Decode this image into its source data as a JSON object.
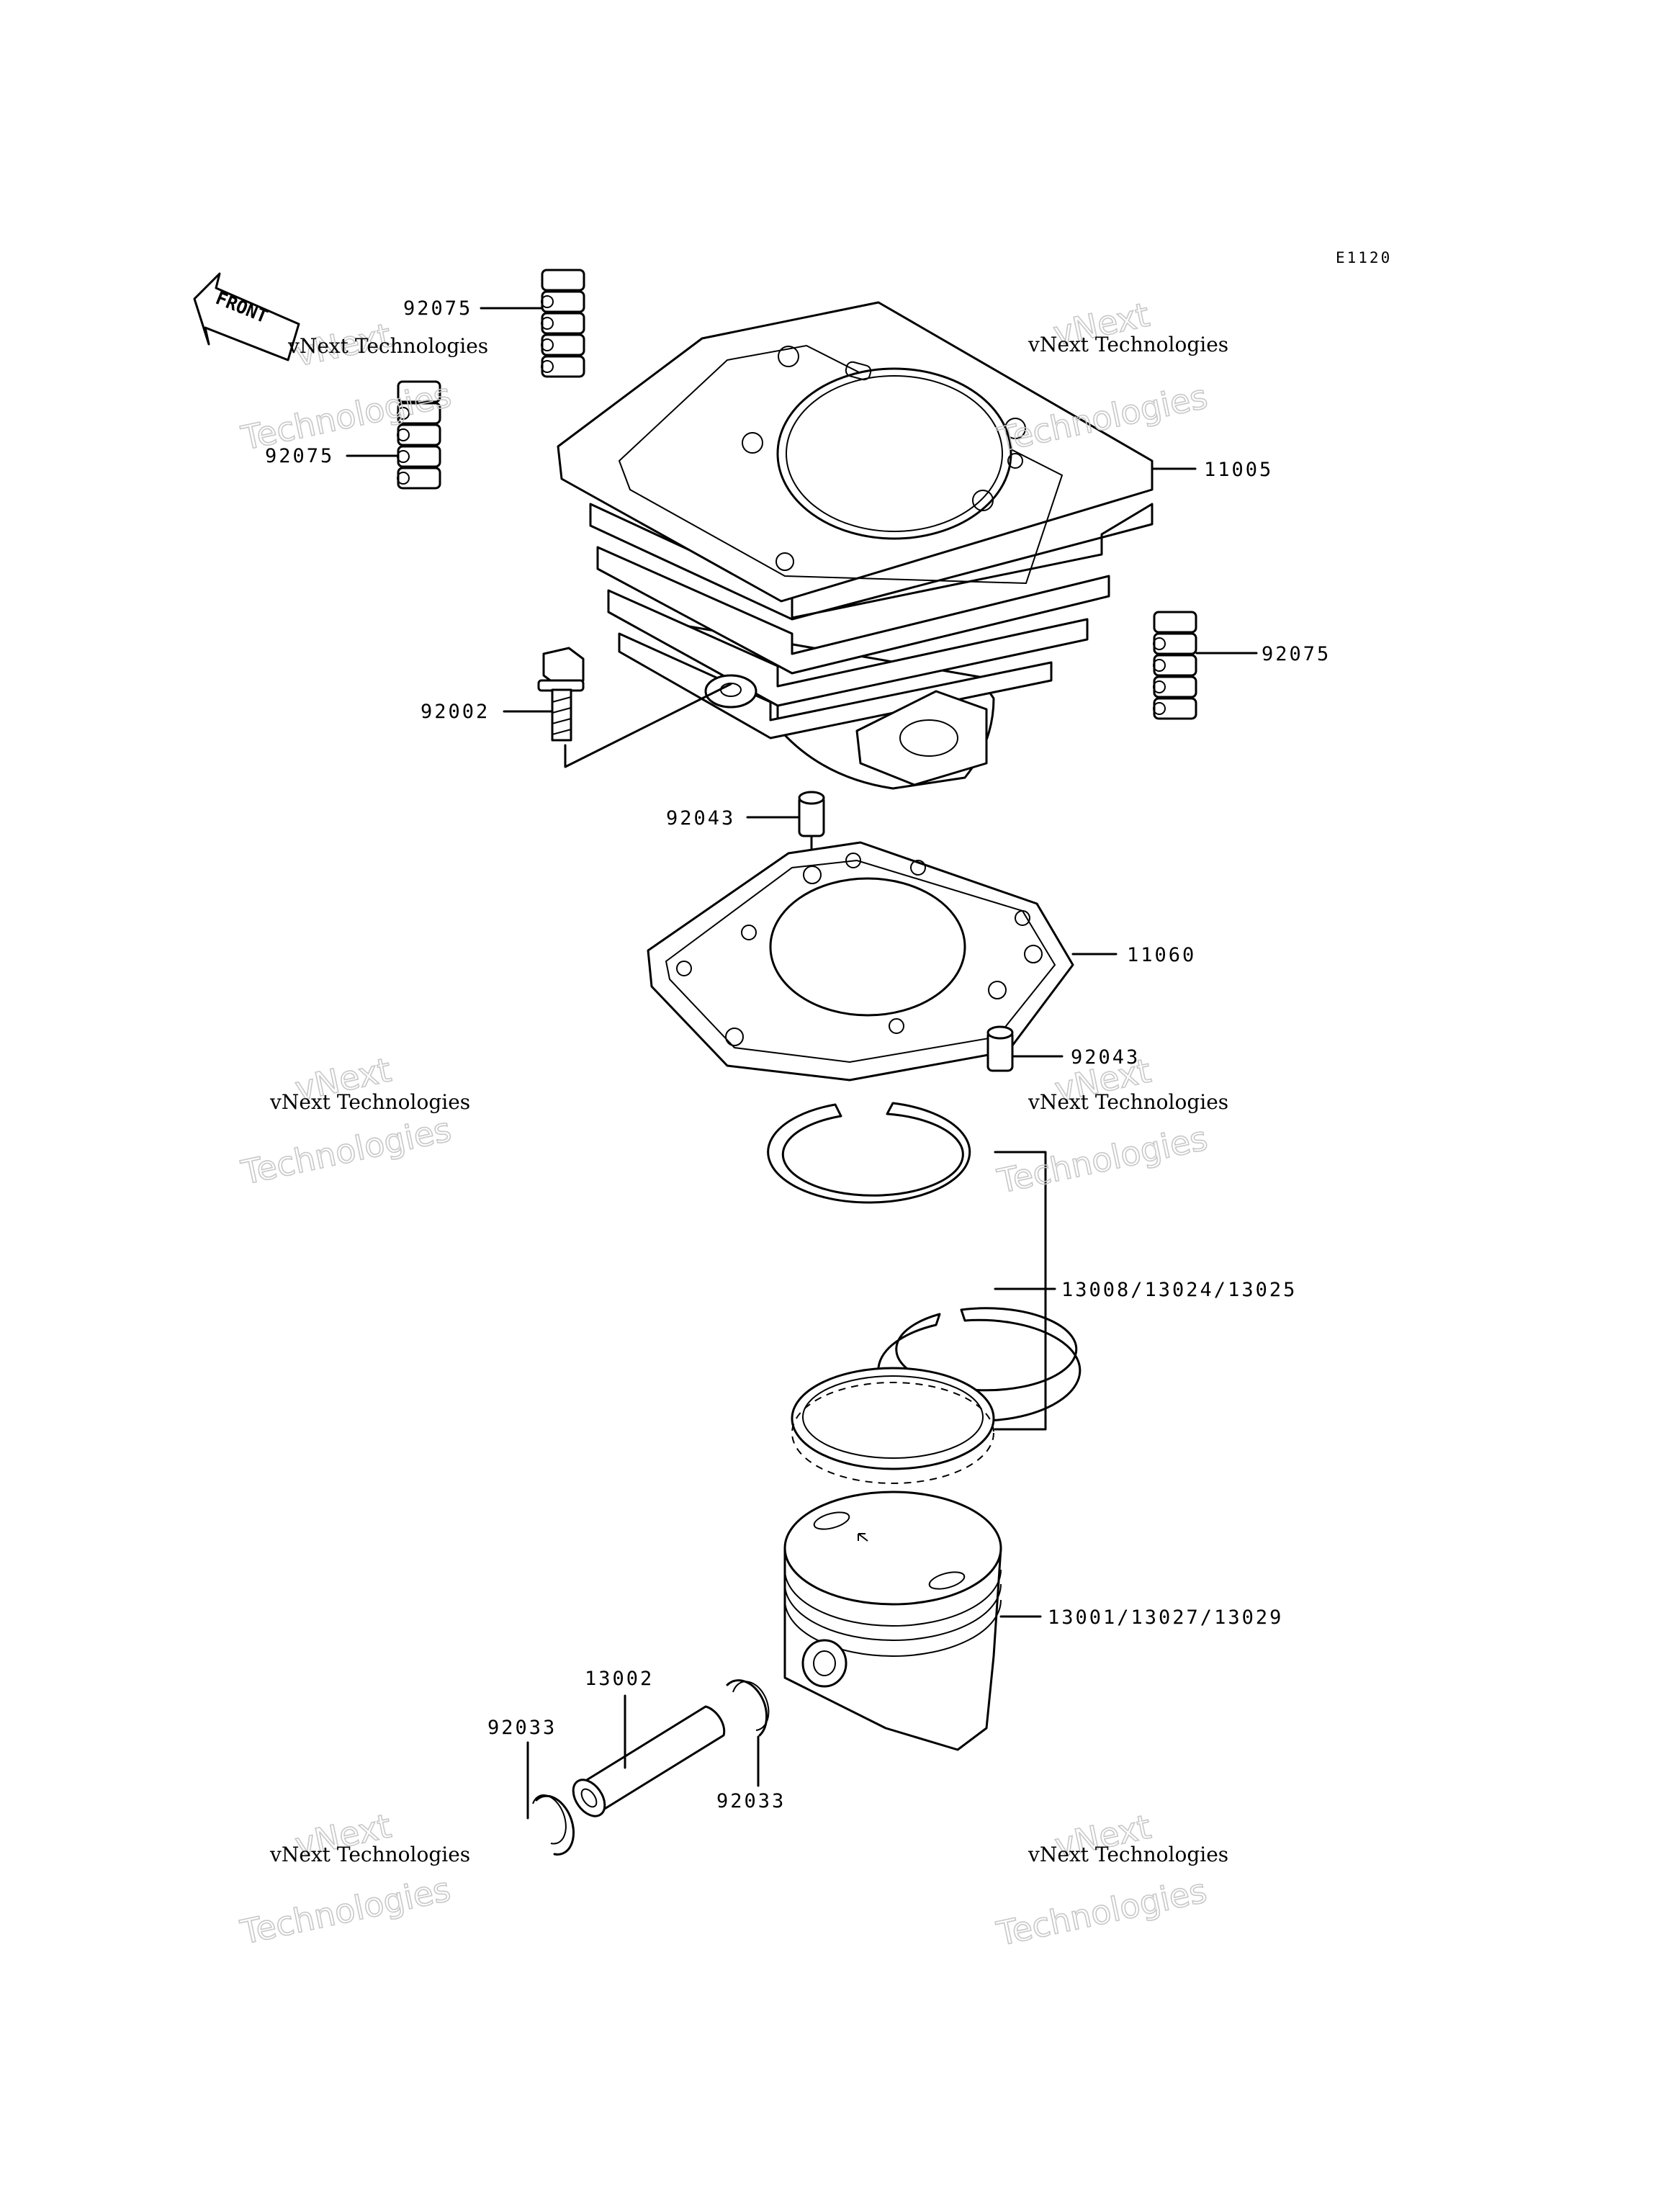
{
  "diagram_code": "E1120",
  "front_label": "FRONT",
  "watermark": {
    "line1": "vNext Technologies",
    "line2": "vNext",
    "line3": "Technologies"
  },
  "parts": {
    "damper_top": "92075",
    "damper_left": "92075",
    "damper_right": "92075",
    "cylinder": "11005",
    "bolt": "92002",
    "dowel_upper": "92043",
    "gasket": "11060",
    "dowel_lower": "92043",
    "piston_rings": "13008/13024/13025",
    "piston": "13001/13027/13029",
    "piston_pin": "13002",
    "snap_ring_left": "92033",
    "snap_ring_right": "92033"
  }
}
